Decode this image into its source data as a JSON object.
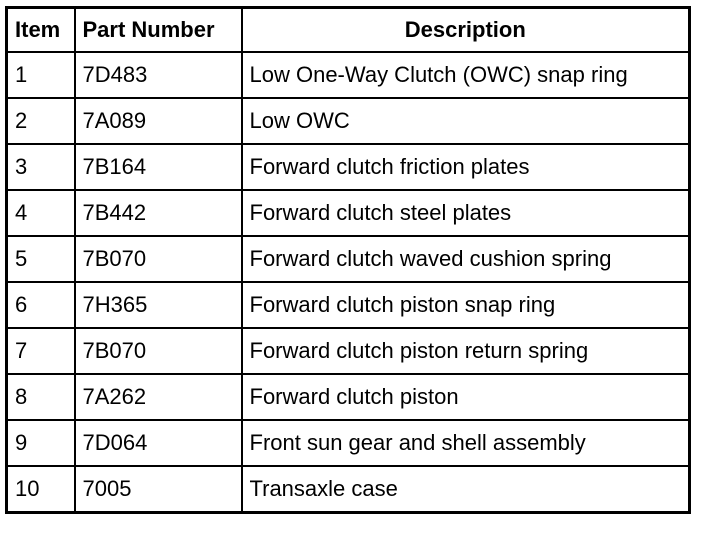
{
  "table": {
    "headers": {
      "item": "Item",
      "part_number": "Part Number",
      "description": "Description"
    },
    "rows": [
      {
        "item": "1",
        "part_number": "7D483",
        "description": "Low One-Way Clutch (OWC) snap ring"
      },
      {
        "item": "2",
        "part_number": "7A089",
        "description": "Low OWC"
      },
      {
        "item": "3",
        "part_number": "7B164",
        "description": "Forward clutch friction plates"
      },
      {
        "item": "4",
        "part_number": "7B442",
        "description": "Forward clutch steel plates"
      },
      {
        "item": "5",
        "part_number": "7B070",
        "description": "Forward clutch waved cushion spring"
      },
      {
        "item": "6",
        "part_number": "7H365",
        "description": "Forward clutch piston snap ring"
      },
      {
        "item": "7",
        "part_number": "7B070",
        "description": "Forward clutch piston return spring"
      },
      {
        "item": "8",
        "part_number": "7A262",
        "description": "Forward clutch piston"
      },
      {
        "item": "9",
        "part_number": "7D064",
        "description": "Front sun gear and shell assembly"
      },
      {
        "item": "10",
        "part_number": "7005",
        "description": "Transaxle case"
      }
    ]
  }
}
